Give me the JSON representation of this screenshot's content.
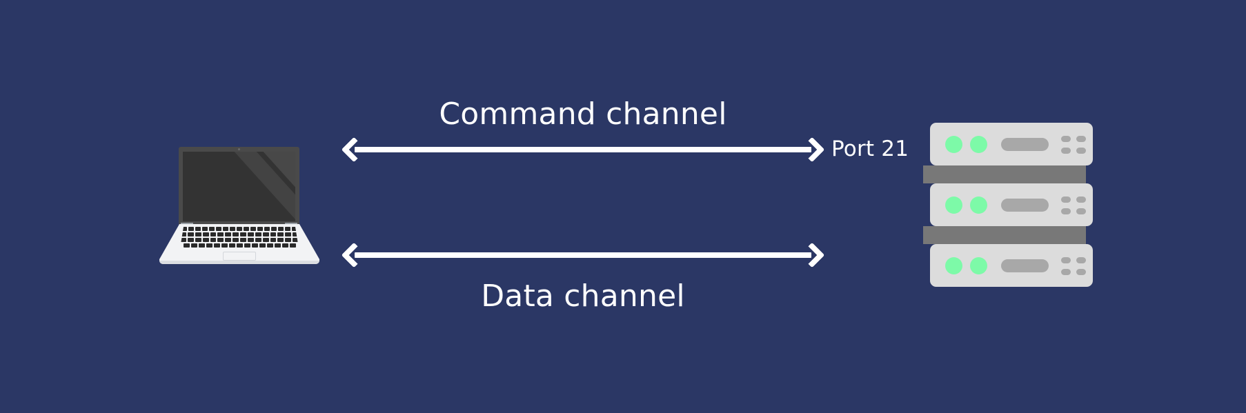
{
  "diagram": {
    "title": "FTP command and data channel diagram",
    "background_color": "#2b3765"
  },
  "labels": {
    "command_channel": "Command channel",
    "data_channel": "Data channel",
    "port": "Port 21"
  },
  "nodes": {
    "client": {
      "name": "laptop",
      "icon": "laptop-icon",
      "screen_color": "#333333",
      "body_color": "#f2f3f5"
    },
    "server": {
      "name": "server-stack",
      "icon": "server-rack-icon",
      "unit_count": 3,
      "unit_color": "#dcdcdc",
      "spacer_color": "#787878",
      "led_color": "#7dfaa8",
      "leds_per_unit": 2,
      "dot_grid": "2x2"
    }
  },
  "connections": [
    {
      "name": "command-channel",
      "label": "Command channel",
      "label_position": "above",
      "direction": "bidirectional",
      "endpoint_label": "Port 21",
      "color": "#ffffff"
    },
    {
      "name": "data-channel",
      "label": "Data channel",
      "label_position": "below",
      "direction": "bidirectional",
      "endpoint_label": "",
      "color": "#ffffff"
    }
  ],
  "keyboard": {
    "row_key_counts": [
      17,
      16,
      16,
      15
    ]
  }
}
